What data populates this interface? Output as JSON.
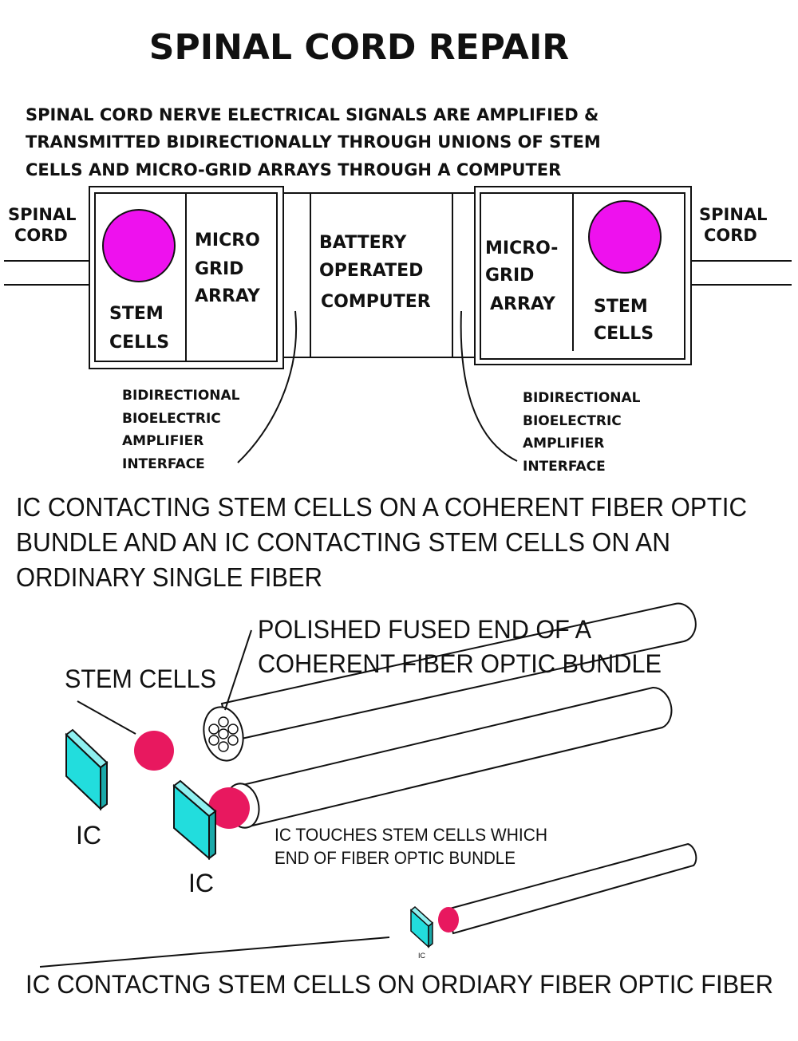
{
  "title": "SPINAL CORD REPAIR",
  "intro": [
    "SPINAL CORD NERVE ELECTRICAL SIGNALS ARE AMPLIFIED &",
    "TRANSMITTED  BIDIRECTIONALLY THROUGH UNIONS OF STEM",
    "CELLS AND  MICRO-GRID ARRAYS THROUGH A COMPUTER"
  ],
  "top_diagram": {
    "left_cord": [
      "SPINAL",
      "CORD"
    ],
    "right_cord": [
      "SPINAL",
      "CORD"
    ],
    "left_stem": [
      "STEM",
      "CELLS"
    ],
    "left_grid": [
      "MICRO",
      "GRID",
      "ARRAY"
    ],
    "computer": [
      "BATTERY",
      "OPERATED",
      "COMPUTER"
    ],
    "right_grid": [
      "MICRO-",
      "GRID",
      "ARRAY"
    ],
    "right_stem": [
      "STEM",
      "CELLS"
    ],
    "left_interface": [
      "BIDIRECTIONAL",
      "BIOELECTRIC",
      "AMPLIFIER",
      "INTERFACE"
    ],
    "right_interface": [
      "BIDIRECTIONAL",
      "BIOELECTRIC",
      "AMPLIFIER",
      "INTERFACE"
    ]
  },
  "caption": [
    "IC CONTACTING STEM CELLS ON A COHERENT FIBER  OPTIC",
    "BUNDLE AND  AN IC CONTACTING STEM CELLS ON AN",
    "ORDINARY SINGLE FIBER"
  ],
  "bottom_diagram": {
    "polished": [
      "POLISHED FUSED END OF A",
      "COHERENT FIBER OPTIC BUNDLE"
    ],
    "stem_cells": "STEM CELLS",
    "ic_left": "IC",
    "ic_middle": "IC",
    "ic_touch": [
      "IC TOUCHES STEM CELLS  WHICH",
      "END OF FIBER OPTIC BUNDLE"
    ],
    "ic_small": "IC",
    "footer": "IC CONTACTNG STEM CELLS ON ORDIARY FIBER OPTIC FIBER"
  },
  "colors": {
    "stem_cell_large": "#ee11ee",
    "stem_cell_small": "#e8185f",
    "ic_face": "#22dddd",
    "ink": "#111111"
  }
}
